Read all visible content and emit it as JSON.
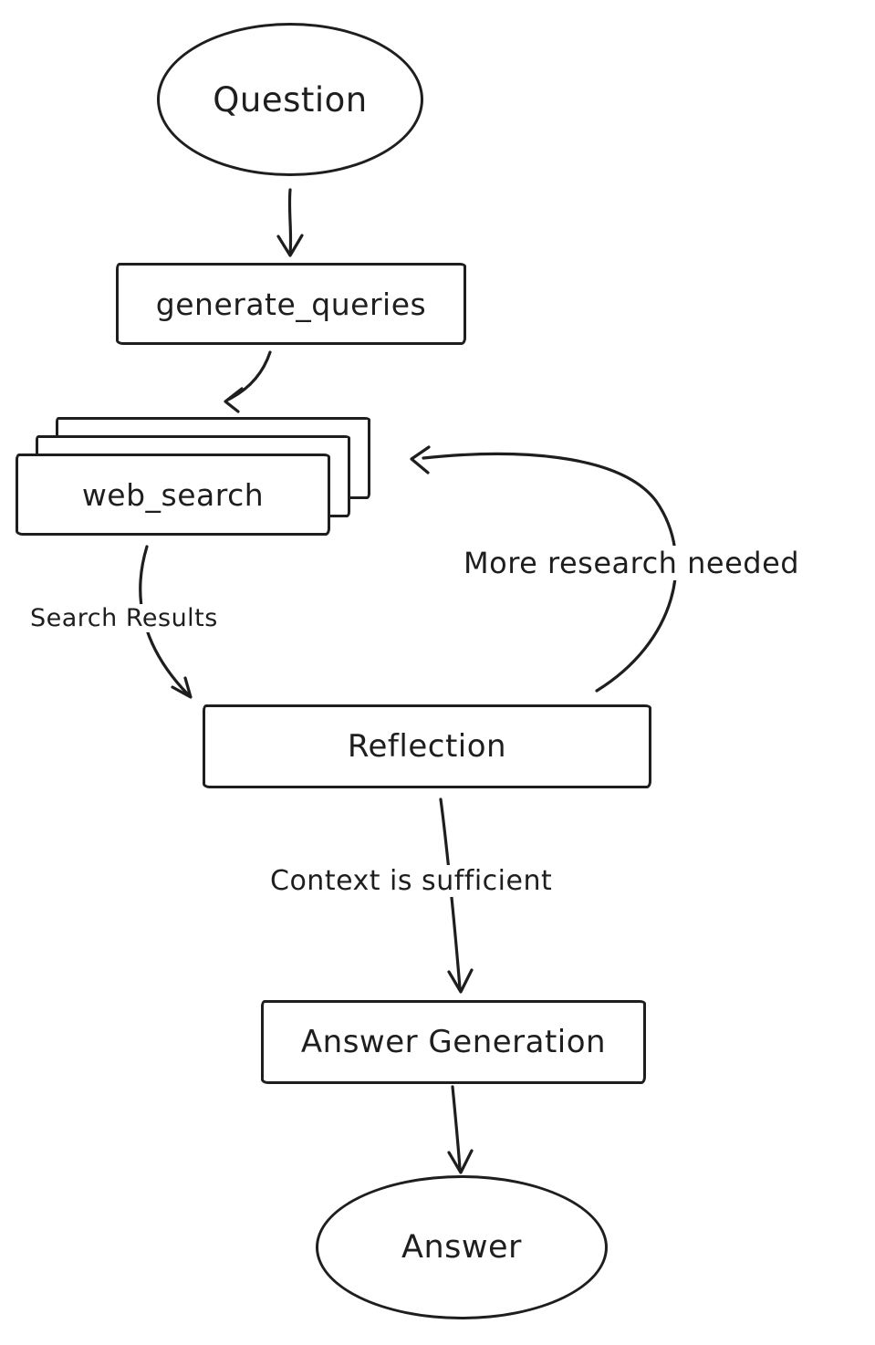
{
  "diagram": {
    "type": "flowchart",
    "style": "hand-drawn",
    "colors": {
      "stroke": "#1e1e1e",
      "background": "#ffffff"
    },
    "nodes": {
      "question": {
        "label": "Question",
        "shape": "ellipse"
      },
      "generate_queries": {
        "label": "generate_queries",
        "shape": "rect"
      },
      "web_search": {
        "label": "web_search",
        "shape": "stacked-rect"
      },
      "reflection": {
        "label": "Reflection",
        "shape": "rect"
      },
      "answer_generation": {
        "label": "Answer Generation",
        "shape": "rect"
      },
      "answer": {
        "label": "Answer",
        "shape": "ellipse"
      }
    },
    "edges": [
      {
        "from": "question",
        "to": "generate_queries",
        "label": ""
      },
      {
        "from": "generate_queries",
        "to": "web_search",
        "label": ""
      },
      {
        "from": "web_search",
        "to": "reflection",
        "label": "Search Results"
      },
      {
        "from": "reflection",
        "to": "web_search",
        "label": "More research needed"
      },
      {
        "from": "reflection",
        "to": "answer_generation",
        "label": "Context is sufficient"
      },
      {
        "from": "answer_generation",
        "to": "answer",
        "label": ""
      }
    ]
  }
}
